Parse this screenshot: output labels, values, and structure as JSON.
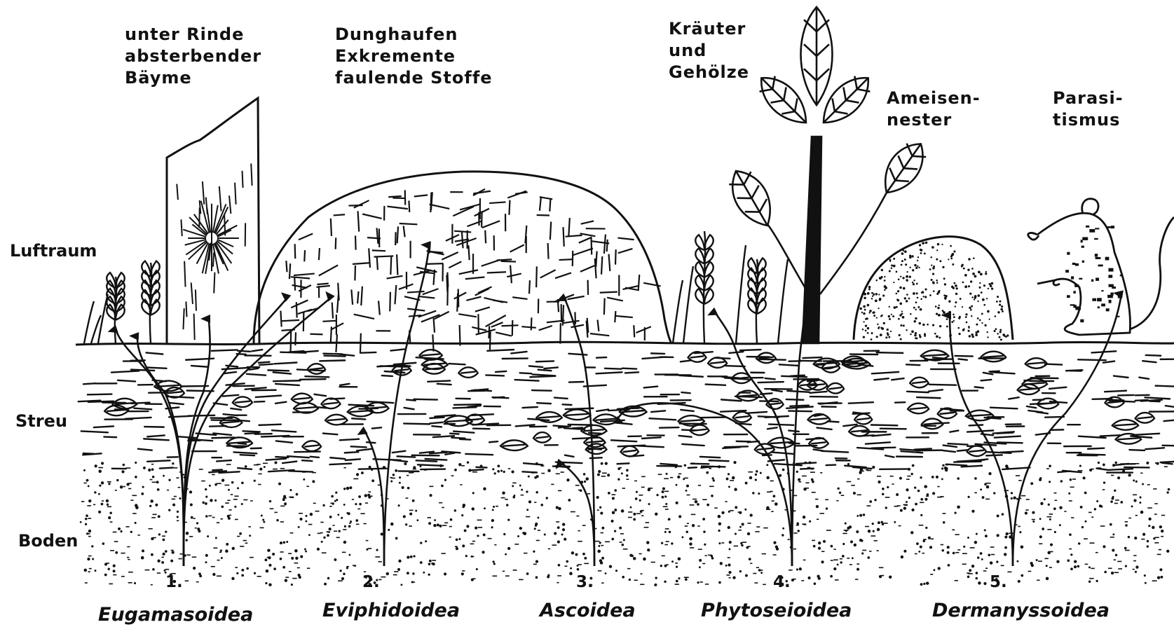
{
  "habitats": {
    "bark": "unter Rinde\nabsterbender\nBäyme",
    "dung": "Dunghaufen\nExkremente\nfaulende Stoffe",
    "herbs": "Kräuter\nund\nGehölze",
    "ants": "Ameisen-\nnester",
    "parasitism": "Parasi-\ntismus"
  },
  "layers": {
    "air": "Luftraum",
    "litter": "Streu",
    "soil": "Boden"
  },
  "groups": [
    {
      "number": "1.",
      "name": "Eugamasoidea"
    },
    {
      "number": "2.",
      "name": "Eviphidoidea"
    },
    {
      "number": "3.",
      "name": "Ascoidea"
    },
    {
      "number": "4.",
      "name": "Phytoseioidea"
    },
    {
      "number": "5.",
      "name": "Dermanyssoidea"
    }
  ],
  "colors": {
    "ink": "#111111",
    "paper": "#ffffff"
  }
}
